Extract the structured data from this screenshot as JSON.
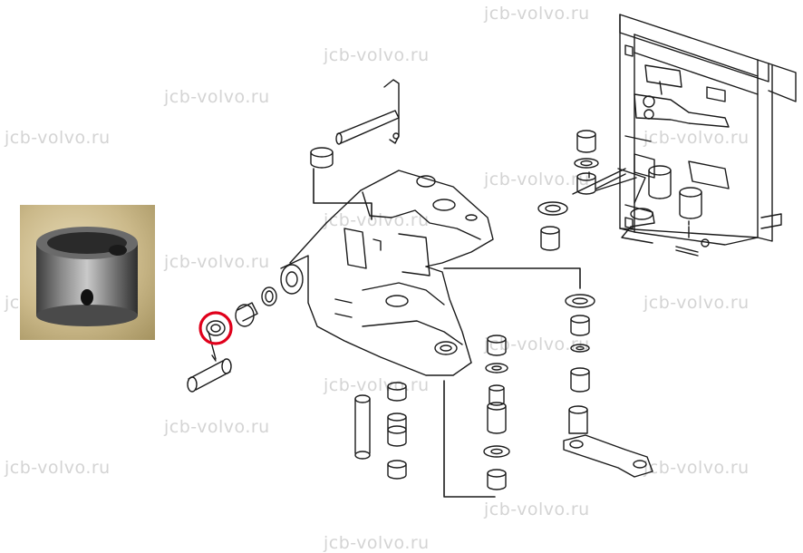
{
  "watermark": {
    "text": "jcb-volvo.ru"
  },
  "colors": {
    "line": "#1a1a1a",
    "highlight": "#e0001b",
    "watermark": "#d4d4d4",
    "photo_bg": "#cbb98a"
  },
  "photo": {
    "subject": "steel-bushing",
    "icon": "bushing-photo"
  },
  "highlight": {
    "target": "bushing-part",
    "shape": "red-circle"
  }
}
